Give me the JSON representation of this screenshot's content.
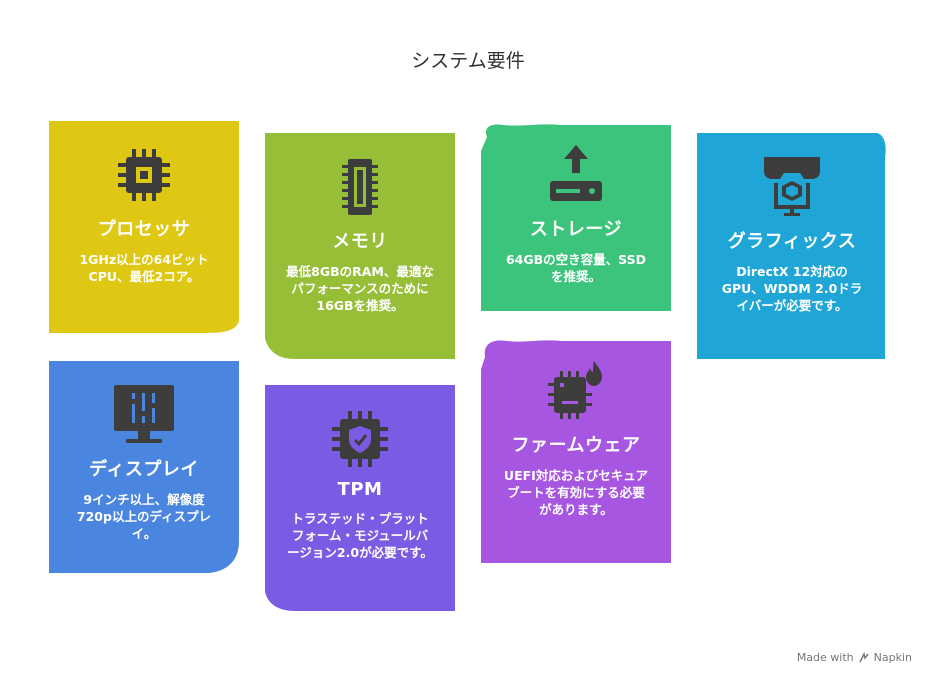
{
  "title": "システム要件",
  "cards": [
    {
      "title": "プロセッサ",
      "desc": "1GHz以上の64ビットCPU、最低2コア。",
      "color": "#DFC814",
      "icon": "processor-chip-icon"
    },
    {
      "title": "メモリ",
      "desc": "最低8GBのRAM、最適なパフォーマンスのために16GBを推奨。",
      "color": "#97BE37",
      "icon": "memory-module-icon"
    },
    {
      "title": "ストレージ",
      "desc": "64GBの空き容量、SSDを推奨。",
      "color": "#3DC47C",
      "icon": "storage-drive-icon"
    },
    {
      "title": "グラフィックス",
      "desc": "DirectX 12対応のGPU、WDDM 2.0ドライバーが必要です。",
      "color": "#1FA6D6",
      "icon": "graphics-vr-icon"
    },
    {
      "title": "ディスプレイ",
      "desc": "9インチ以上、解像度720p以上のディスプレイ。",
      "color": "#4A86E0",
      "icon": "display-monitor-icon"
    },
    {
      "title": "TPM",
      "desc": "トラステッド・プラットフォーム・モジュールバージョン2.0が必要です。",
      "color": "#7B5BE3",
      "icon": "tpm-shield-chip-icon"
    },
    {
      "title": "ファームウェア",
      "desc": "UEFI対応およびセキュアブートを有効にする必要があります。",
      "color": "#A656E0",
      "icon": "firmware-chip-icon"
    }
  ],
  "footer": {
    "made_with": "Made with",
    "brand": "Napkin"
  }
}
